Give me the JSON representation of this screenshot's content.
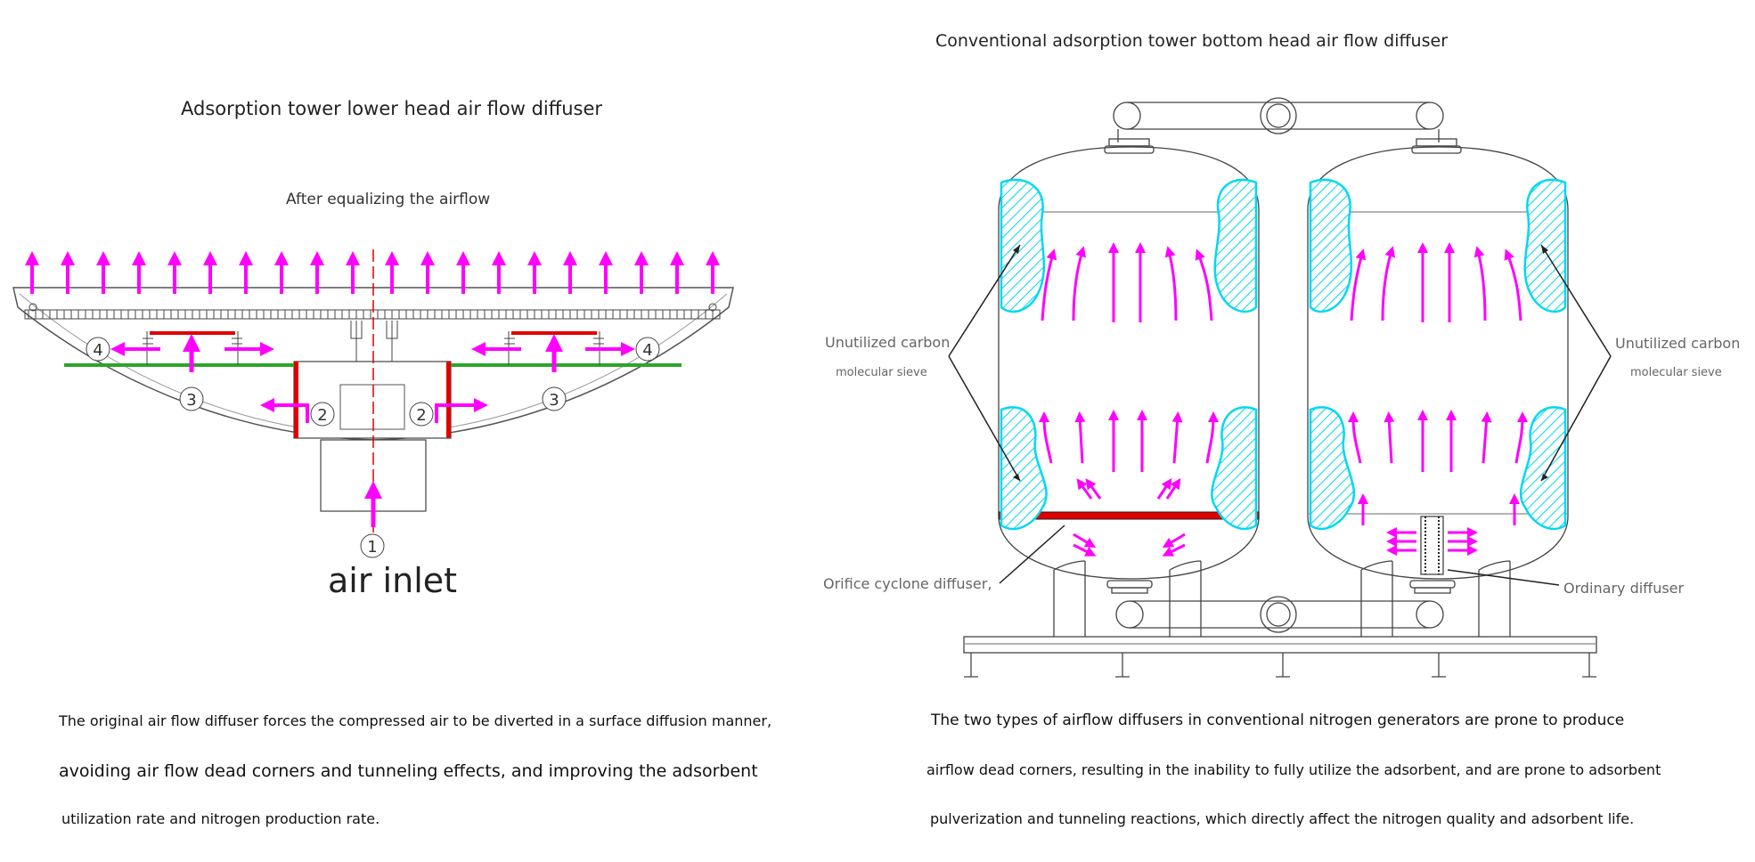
{
  "left": {
    "title": "Adsorption tower lower head air flow diffuser",
    "subtitle": "After equalizing the airflow",
    "inlet_label": "air inlet",
    "callouts": [
      "1",
      "2",
      "3",
      "4"
    ],
    "caption": [
      "The original air flow diffuser forces the compressed air to be diverted in a surface diffusion manner,",
      "avoiding air flow dead corners and tunneling effects, and improving the adsorbent",
      "utilization rate and nitrogen production rate."
    ]
  },
  "right": {
    "title": "Conventional adsorption tower bottom head air flow diffuser",
    "labels": {
      "unutilized_line1": "Unutilized carbon",
      "unutilized_line2": "molecular sieve",
      "orifice": "Orifice cyclone diffuser,",
      "ordinary": "Ordinary diffuser"
    },
    "caption": [
      "The two types of airflow diffusers in conventional nitrogen generators are prone to produce",
      "airflow dead corners, resulting in the inability to fully utilize the adsorbent, and are prone to adsorbent",
      "pulverization and tunneling reactions, which directly affect the nitrogen quality and adsorbent life."
    ]
  },
  "colors": {
    "arrow": "#ff00ff",
    "sieve": "#00e5ff",
    "diffuser_plate": "#e00000",
    "green_plate": "#2aa52a",
    "centerline": "#e00000",
    "line": "#444444"
  }
}
